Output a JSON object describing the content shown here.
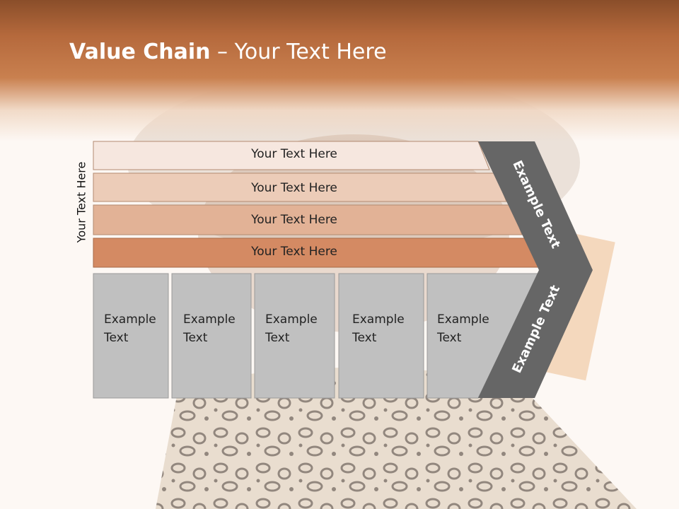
{
  "title": {
    "bold": "Value Chain",
    "rest": " – Your Text Here"
  },
  "side_label": "Your Text Here",
  "bands": [
    {
      "label": "Your Text Here",
      "color": "#f6e7df"
    },
    {
      "label": "Your Text Here",
      "color": "#ecccb8"
    },
    {
      "label": "Your Text Here",
      "color": "#e2b296"
    },
    {
      "label": "Your Text Here",
      "color": "#d48a63"
    }
  ],
  "boxes": [
    {
      "label": "Example\nText"
    },
    {
      "label": "Example\nText"
    },
    {
      "label": "Example\nText"
    },
    {
      "label": "Example\nText"
    },
    {
      "label": "Example\nText"
    }
  ],
  "chevron": {
    "upper": "Example Text",
    "lower": "Example Text",
    "color": "#666666"
  },
  "colors": {
    "header": "#c47a4a",
    "box": "#c0c0c0",
    "box_stroke": "#9a9a9a"
  }
}
